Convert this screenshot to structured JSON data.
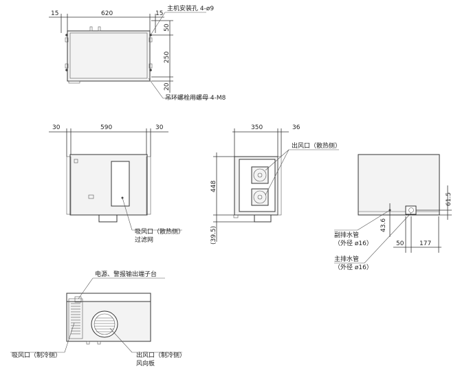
{
  "views": {
    "top": {
      "dims": {
        "left_margin": "15",
        "width": "620",
        "right_margin": "15",
        "d50": "50",
        "d250": "250",
        "d20": "20"
      },
      "labels": {
        "mount_holes": "主机安装孔 4-ø9",
        "eye_bolt": "吊环螺栓用螺母 4-M8"
      }
    },
    "front": {
      "dims": {
        "left": "30",
        "width": "590",
        "right": "30"
      },
      "labels": {
        "intake_line1": "吸风口（散热侧）",
        "intake_line2": "过滤网"
      }
    },
    "side": {
      "dims": {
        "width": "350",
        "extra": "36",
        "height": "448",
        "bottom": "(39.5)"
      },
      "labels": {
        "outlet": "出风口（散热侧）"
      }
    },
    "right": {
      "dims": {
        "d61_5": "61.5",
        "d43_6": "43.6",
        "d50": "50",
        "d177": "177"
      },
      "labels": {
        "sub_drain_line1": "副排水管",
        "sub_drain_line2": "（外径 ø16）",
        "main_drain_line1": "主排水管",
        "main_drain_line2": "（外径 ø16）"
      }
    },
    "bottom": {
      "labels": {
        "terminal": "电源、警报输出端子台",
        "intake_cold": "吸风口（制冷侧）",
        "outlet_cold_line1": "出风口（制冷侧）",
        "outlet_cold_line2": "风向板"
      }
    }
  }
}
